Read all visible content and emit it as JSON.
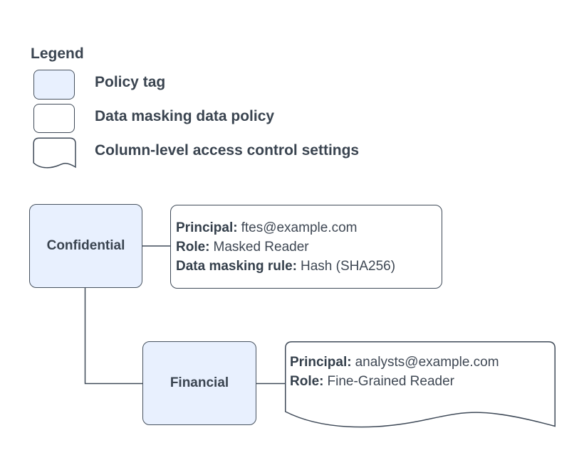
{
  "colors": {
    "policy_tag_fill": "#e8f0fe",
    "outline": "#3f4a58",
    "text": "#3a4450",
    "background": "#ffffff"
  },
  "legend": {
    "title": "Legend",
    "items": [
      {
        "swatch": "policy-tag",
        "label": "Policy tag"
      },
      {
        "swatch": "data-masking-data-policy",
        "label": "Data masking data policy"
      },
      {
        "swatch": "column-level-access-control-settings",
        "label": "Column-level access control settings"
      }
    ]
  },
  "diagram": {
    "policy_tags": [
      {
        "label": "Confidential"
      },
      {
        "label": "Financial"
      }
    ],
    "data_masking_policy": {
      "fields": [
        {
          "label": "Principal:",
          "value": "ftes@example.com"
        },
        {
          "label": "Role:",
          "value": "Masked Reader"
        },
        {
          "label": "Data masking rule:",
          "value": "Hash (SHA256)"
        }
      ]
    },
    "column_access_settings": {
      "fields": [
        {
          "label": "Principal:",
          "value": "analysts@example.com"
        },
        {
          "label": "Role:",
          "value": "Fine-Grained Reader"
        }
      ]
    }
  }
}
